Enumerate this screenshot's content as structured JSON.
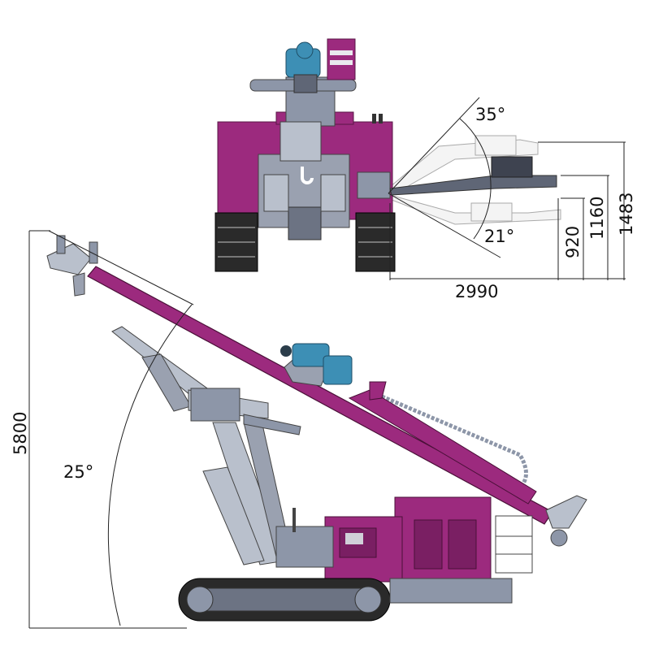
{
  "dimensions": {
    "front_angle_up": "35°",
    "front_angle_down": "21°",
    "front_width": "2990",
    "front_height_920": "920",
    "front_height_1160": "1160",
    "front_height_1483": "1483",
    "side_height": "5800",
    "side_angle": "25°"
  },
  "colors": {
    "magenta": "#9c2a7e",
    "magenta_dark": "#7a1f63",
    "grey": "#8d96a8",
    "grey_light": "#b9c0cc",
    "grey_dark": "#5f6676",
    "blue": "#3d8fb5",
    "track": "#2a2a2a"
  }
}
